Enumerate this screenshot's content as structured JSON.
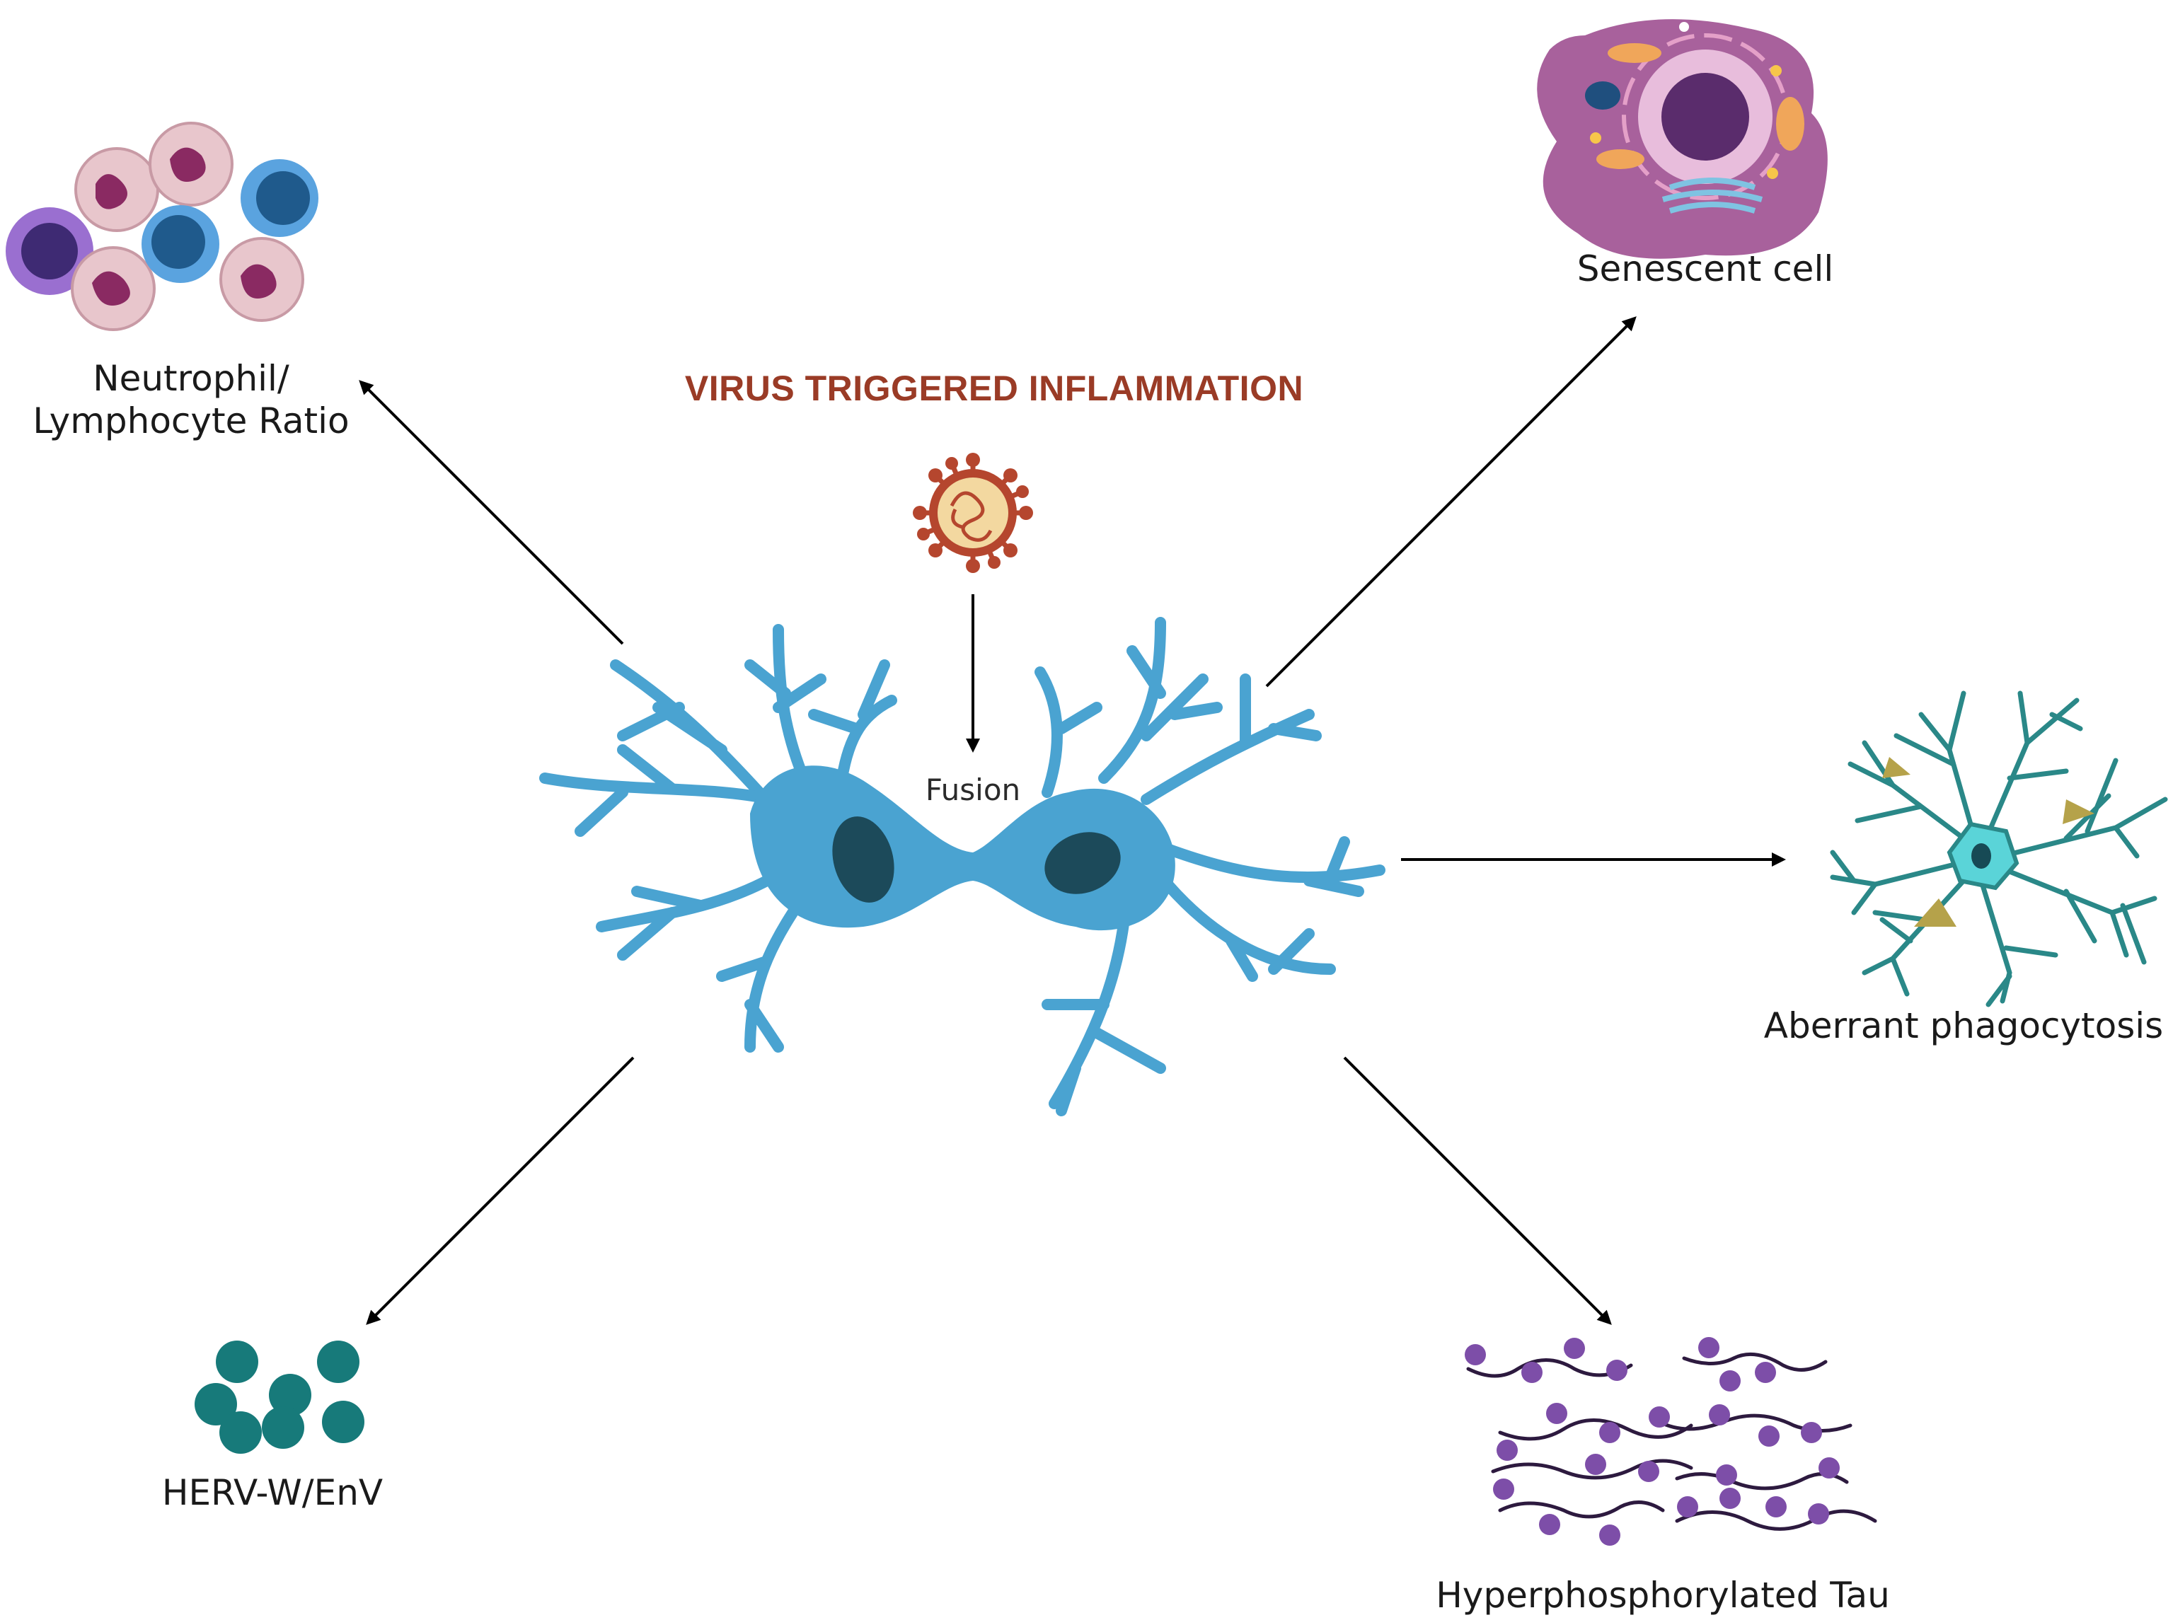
{
  "title": "VIRUS TRIGGERED INFLAMMATION",
  "fusion_label": "Fusion",
  "outputs": {
    "neutrophil": {
      "line1": "Neutrophil/",
      "line2": "Lymphocyte Ratio"
    },
    "senescent": {
      "label": "Senescent cell"
    },
    "phagocytosis": {
      "label": "Aberrant phagocytosis"
    },
    "tau": {
      "label": "Hyperphosphorylated Tau"
    },
    "herv": {
      "label": "HERV-W/EnV"
    }
  },
  "colors": {
    "title": "#9a3b26",
    "neuron": "#4aa3d1",
    "nucleus": "#1c4a5a",
    "virus": "#b5462e",
    "herv": "#177a7a",
    "tau": "#7d4ea8",
    "microglia": "#2a8888",
    "senescent": "#a8619c"
  }
}
